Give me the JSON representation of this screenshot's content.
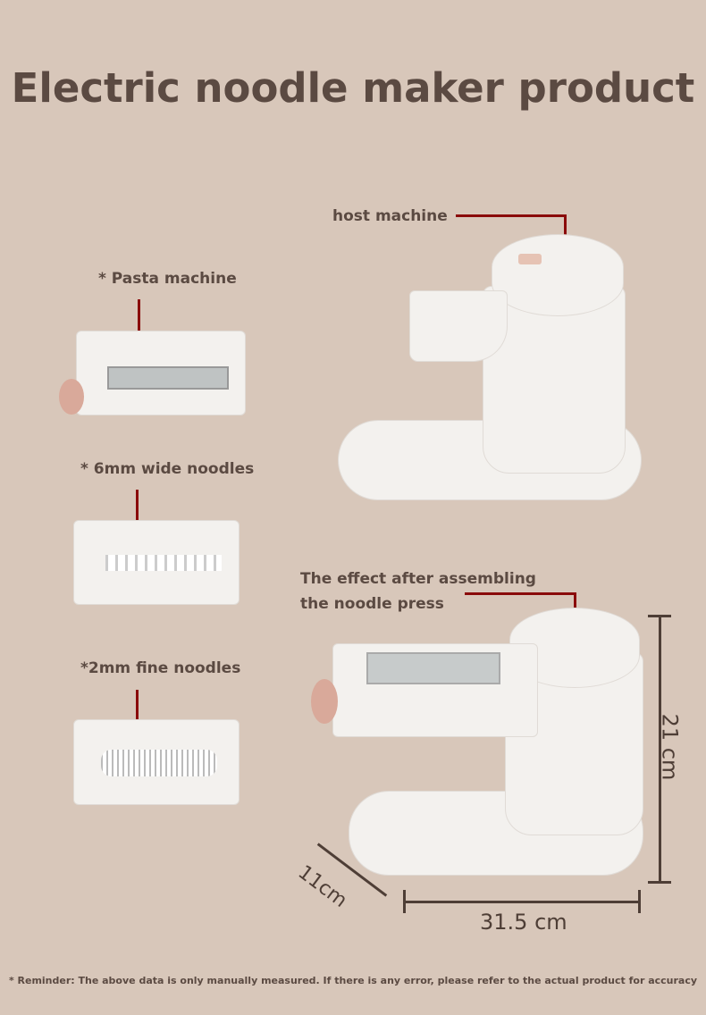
{
  "title": "Electric noodle maker product",
  "labels": {
    "host": "host machine",
    "pasta": "* Pasta machine",
    "wide": "* 6mm wide noodles",
    "fine": "*2mm fine noodles",
    "effect_line1": "The effect after assembling",
    "effect_line2": "the noodle press"
  },
  "dimensions": {
    "height": "21 cm",
    "width": "31.5 cm",
    "depth": "11cm"
  },
  "footer": "* Reminder: The above data is only manually measured. If there is any error, please refer to the actual product for accuracy",
  "colors": {
    "background": "#d8c7ba",
    "text": "#5b4a42",
    "leader": "#8a0b0b"
  }
}
